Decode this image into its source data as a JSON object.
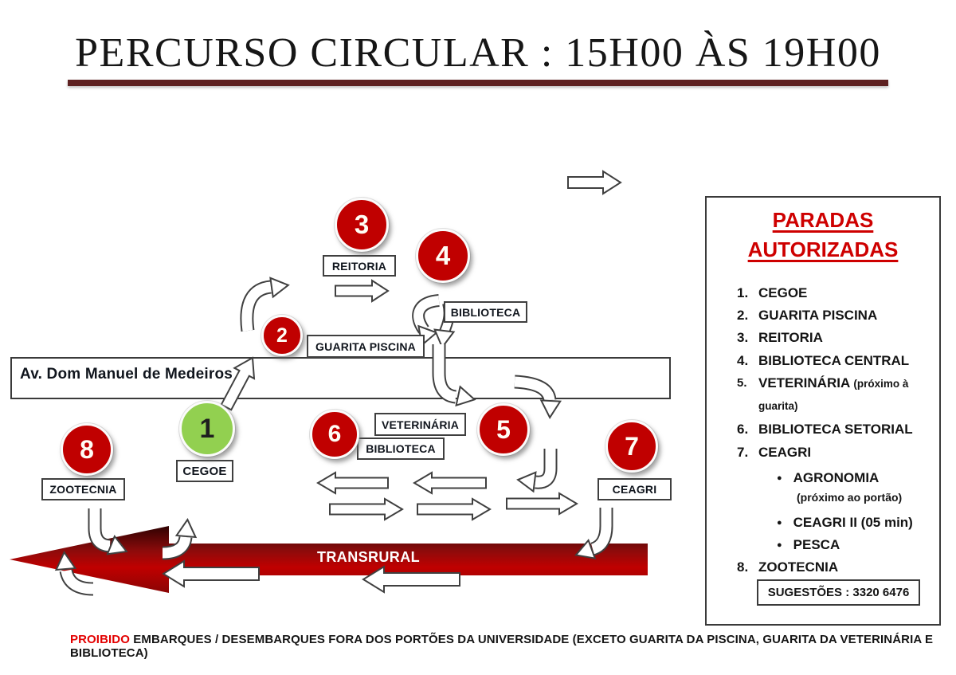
{
  "title": "PERCURSO CIRCULAR : 15H00 ÀS 19H00",
  "colors": {
    "stop_red": "#C00000",
    "start_green": "#92D050",
    "title_bar_maroon": "#5E2121",
    "panel_title_red": "#CE0000",
    "prohibited_red": "#E30000",
    "transrural_red": "#A50D0D"
  },
  "map": {
    "road_label": "Av. Dom Manuel de Medeiros",
    "transrural_label": "TRANSRURAL",
    "labels": {
      "reitoria": "REITORIA",
      "biblioteca_central": "BIBLIOTECA",
      "guarita_piscina": "GUARITA PISCINA",
      "veterinaria": "VETERINÁRIA",
      "biblioteca_setorial": "BIBLIOTECA",
      "cegoe": "CEGOE",
      "zootecnia": "ZOOTECNIA",
      "ceagri": "CEAGRI"
    },
    "circles": [
      {
        "num": "1",
        "color": "#92D050",
        "number_color": "#1f1f1f"
      },
      {
        "num": "2",
        "color": "#C00000",
        "number_color": "#fffdf5"
      },
      {
        "num": "3",
        "color": "#C00000",
        "number_color": "#fffdf5"
      },
      {
        "num": "4",
        "color": "#C00000",
        "number_color": "#fffdf5"
      },
      {
        "num": "5",
        "color": "#C00000",
        "number_color": "#fffdf5"
      },
      {
        "num": "6",
        "color": "#C00000",
        "number_color": "#fffdf5"
      },
      {
        "num": "7",
        "color": "#C00000",
        "number_color": "#fffdf5"
      },
      {
        "num": "8",
        "color": "#C00000",
        "number_color": "#fffdf5"
      }
    ]
  },
  "panel": {
    "title_line1": "PARADAS",
    "title_line2": "AUTORIZADAS",
    "stops": [
      {
        "num": "1.",
        "label": "CEGOE"
      },
      {
        "num": "2.",
        "label": "GUARITA PISCINA"
      },
      {
        "num": "3.",
        "label": "REITORIA"
      },
      {
        "num": "4.",
        "label": "BIBLIOTECA CENTRAL"
      },
      {
        "num": "5.",
        "label": "VETERINÁRIA",
        "note": "(próximo à guarita)"
      },
      {
        "num": "6.",
        "label": "BIBLIOTECA SETORIAL"
      },
      {
        "num": "7.",
        "label": "CEAGRI"
      },
      {
        "num": "8.",
        "label": "ZOOTECNIA"
      }
    ],
    "ceagri_bullets": [
      {
        "label": "AGRONOMIA",
        "note": "(próximo ao portão)"
      },
      {
        "label": "CEAGRI II (05 min)"
      },
      {
        "label": "PESCA"
      }
    ],
    "suggestions": "SUGESTÕES : 3320 6476"
  },
  "footer": {
    "prohibited": "PROIBIDO",
    "text": "EMBARQUES / DESEMBARQUES FORA DOS PORTÕES DA UNIVERSIDADE (EXCETO GUARITA DA PISCINA, GUARITA DA VETERINÁRIA E BIBLIOTECA)"
  }
}
